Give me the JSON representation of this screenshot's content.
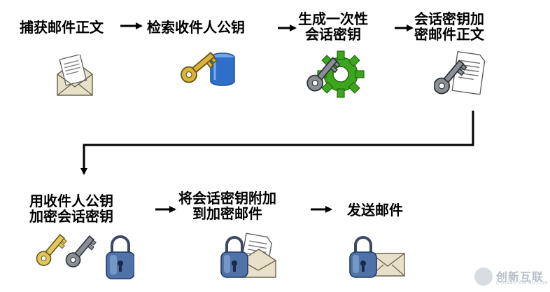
{
  "steps": [
    {
      "line1": "捕获邮件正文",
      "line2": ""
    },
    {
      "line1": "检索收件人公钥",
      "line2": ""
    },
    {
      "line1": "生成一次性",
      "line2": "会话密钥"
    },
    {
      "line1": "会话密钥加",
      "line2": "密邮件正文"
    },
    {
      "line1": "用收件人公钥",
      "line2": "加密会话密钥"
    },
    {
      "line1": "将会话密钥附加",
      "line2": "到加密邮件"
    },
    {
      "line1": "发送邮件",
      "line2": ""
    }
  ],
  "icons": [
    "envelope-letter-icon",
    "key-database-icon",
    "key-gear-icon",
    "key-document-icon",
    "keys-lock-icon",
    "lock-letter-icon",
    "lock-envelope-icon"
  ],
  "watermark": {
    "brand": "创新互联",
    "sub": "CHUANG XIN HU LIAN"
  },
  "colors": {
    "gear_green": "#3ea51f",
    "key_gold": "#d9b43a",
    "key_gray": "#8a8f96",
    "lock_blue": "#4f73a8",
    "db_blue": "#2f6fc9"
  }
}
